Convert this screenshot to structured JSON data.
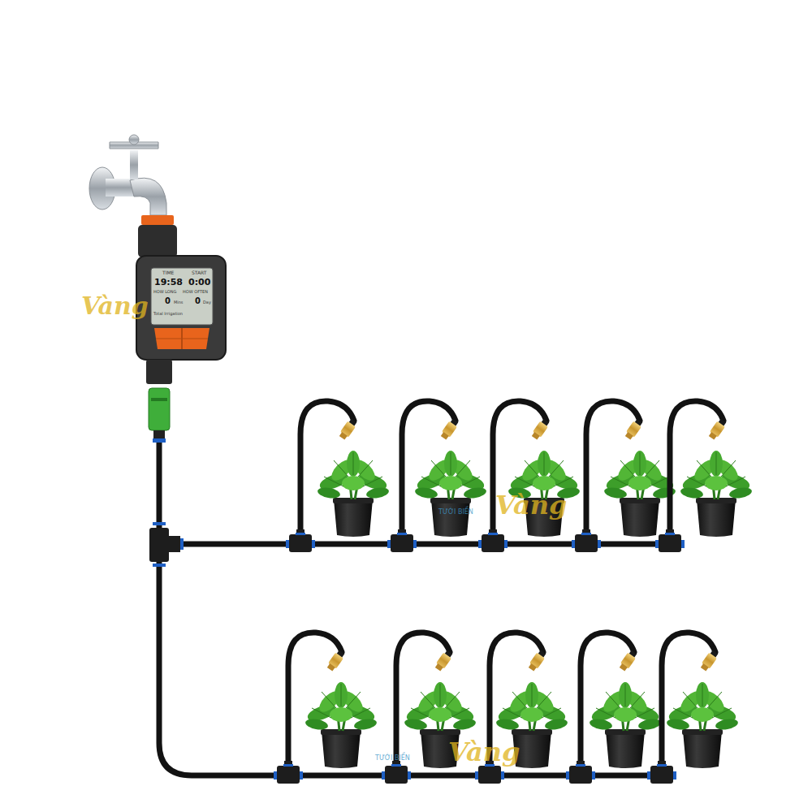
{
  "diagram": {
    "labels": [
      "TIME",
      "START",
      "19:58",
      "0:00",
      "HOW LONG",
      "HOW OFTEN",
      "0",
      "Mins",
      "0",
      "Day",
      "Total Irrigation",
      "Vàng",
      "TƯỚI BIỂN",
      "Vàng",
      "TƯỚI BIỂN",
      "Vàng"
    ]
  }
}
